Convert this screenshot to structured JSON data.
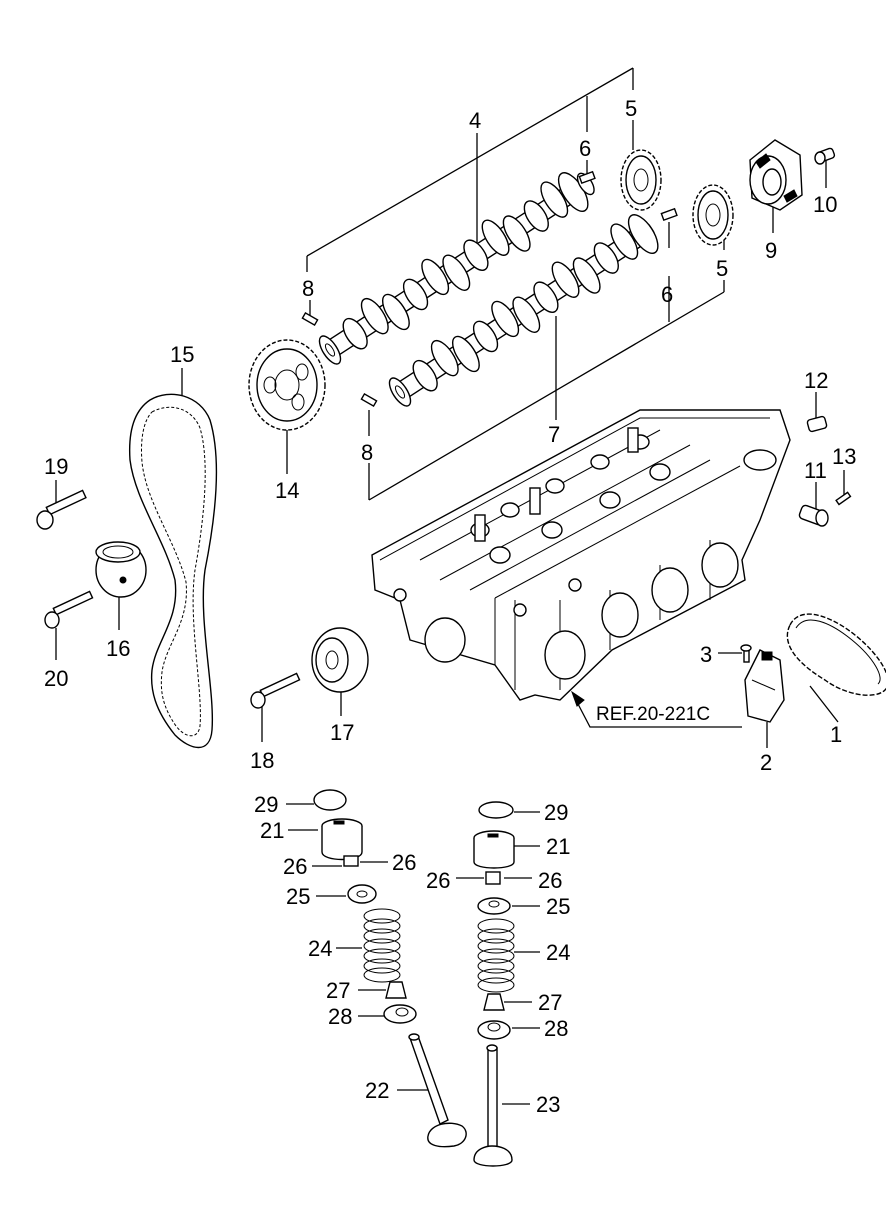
{
  "reference": "REF.20-221C",
  "callouts": [
    {
      "id": "c1",
      "text": "1"
    },
    {
      "id": "c2",
      "text": "2"
    },
    {
      "id": "c3",
      "text": "3"
    },
    {
      "id": "c4",
      "text": "4"
    },
    {
      "id": "c5a",
      "text": "5"
    },
    {
      "id": "c5b",
      "text": "5"
    },
    {
      "id": "c6a",
      "text": "6"
    },
    {
      "id": "c6b",
      "text": "6"
    },
    {
      "id": "c7",
      "text": "7"
    },
    {
      "id": "c8a",
      "text": "8"
    },
    {
      "id": "c8b",
      "text": "8"
    },
    {
      "id": "c9",
      "text": "9"
    },
    {
      "id": "c10",
      "text": "10"
    },
    {
      "id": "c11",
      "text": "11"
    },
    {
      "id": "c12",
      "text": "12"
    },
    {
      "id": "c13",
      "text": "13"
    },
    {
      "id": "c14",
      "text": "14"
    },
    {
      "id": "c15",
      "text": "15"
    },
    {
      "id": "c16",
      "text": "16"
    },
    {
      "id": "c17",
      "text": "17"
    },
    {
      "id": "c18",
      "text": "18"
    },
    {
      "id": "c19",
      "text": "19"
    },
    {
      "id": "c20",
      "text": "20"
    },
    {
      "id": "c21a",
      "text": "21"
    },
    {
      "id": "c21b",
      "text": "21"
    },
    {
      "id": "c22",
      "text": "22"
    },
    {
      "id": "c23",
      "text": "23"
    },
    {
      "id": "c24a",
      "text": "24"
    },
    {
      "id": "c24b",
      "text": "24"
    },
    {
      "id": "c25a",
      "text": "25"
    },
    {
      "id": "c25b",
      "text": "25"
    },
    {
      "id": "c26a",
      "text": "26"
    },
    {
      "id": "c26b",
      "text": "26"
    },
    {
      "id": "c26c",
      "text": "26"
    },
    {
      "id": "c26d",
      "text": "26"
    },
    {
      "id": "c27a",
      "text": "27"
    },
    {
      "id": "c27b",
      "text": "27"
    },
    {
      "id": "c28a",
      "text": "28"
    },
    {
      "id": "c28b",
      "text": "28"
    },
    {
      "id": "c29a",
      "text": "29"
    },
    {
      "id": "c29b",
      "text": "29"
    }
  ]
}
